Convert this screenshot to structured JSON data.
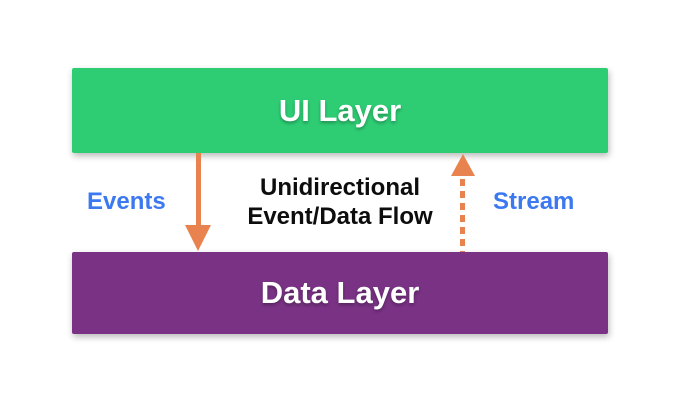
{
  "diagram": {
    "ui_layer": {
      "label": "UI Layer",
      "fill": "#2ecd74"
    },
    "data_layer": {
      "label": "Data Layer",
      "fill": "#7a3285"
    },
    "events_flow": {
      "label": "Events",
      "arrow_style": "solid",
      "direction": "down"
    },
    "stream_flow": {
      "label": "Stream",
      "arrow_style": "dashed",
      "direction": "up"
    },
    "caption": {
      "line1": "Unidirectional",
      "line2": "Event/Data Flow"
    }
  },
  "colors": {
    "layer-green": "#2ecd74",
    "layer-purple": "#7a3285",
    "arrow-orange": "#e8834f",
    "label-blue": "#3c79f1",
    "caption-black": "#0d0d0d",
    "label-white": "#ffffff",
    "background": "#ffffff"
  }
}
